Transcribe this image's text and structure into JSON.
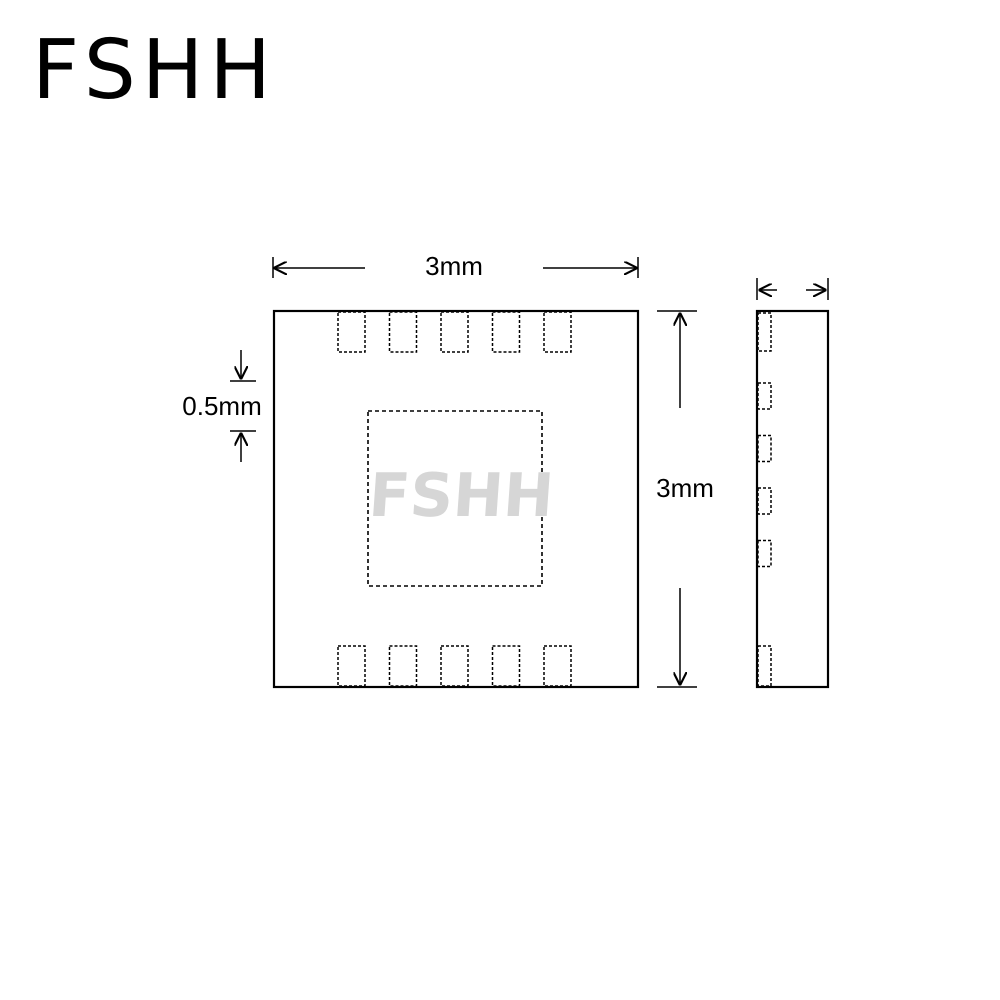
{
  "brand": "FSHH",
  "watermark": "FSHH",
  "dimensions": {
    "width_label": "3mm",
    "height_label": "3mm",
    "pitch_label": "0.5mm"
  },
  "package": {
    "pads_top": 5,
    "pads_bottom": 5,
    "side_pads": 6
  }
}
